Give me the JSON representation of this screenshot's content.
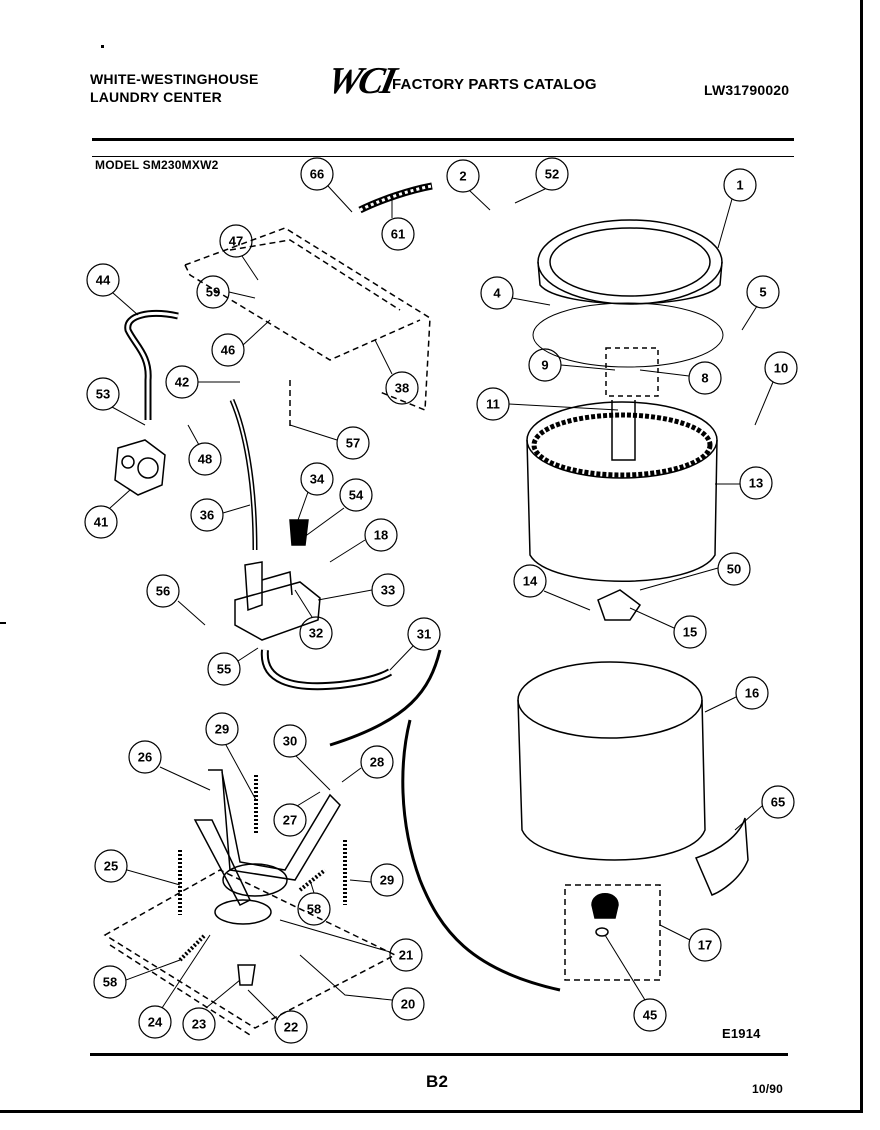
{
  "header": {
    "brand_line1": "WHITE-WESTINGHOUSE",
    "brand_line2": "LAUNDRY CENTER",
    "logo": "WCI",
    "catalog_title": "FACTORY PARTS CATALOG",
    "document_number": "LW31790020"
  },
  "model": "MODEL SM230MXW2",
  "diagram_code": "E1914",
  "page_number": "B2",
  "date": "10/90",
  "callouts": [
    "66",
    "61",
    "2",
    "52",
    "1",
    "47",
    "59",
    "44",
    "46",
    "4",
    "5",
    "9",
    "8",
    "10",
    "42",
    "38",
    "53",
    "11",
    "48",
    "57",
    "34",
    "54",
    "18",
    "13",
    "41",
    "36",
    "33",
    "56",
    "32",
    "50",
    "14",
    "15",
    "55",
    "31",
    "16",
    "29",
    "30",
    "26",
    "28",
    "27",
    "65",
    "25",
    "29",
    "58",
    "21",
    "17",
    "58",
    "24",
    "23",
    "22",
    "20",
    "45"
  ]
}
